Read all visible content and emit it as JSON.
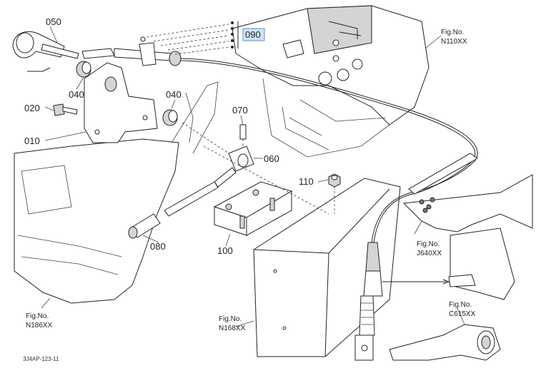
{
  "parts": [
    {
      "id": "050",
      "label": "050"
    },
    {
      "id": "040a",
      "label": "040"
    },
    {
      "id": "040b",
      "label": "040"
    },
    {
      "id": "090",
      "label": "090"
    },
    {
      "id": "020",
      "label": "020"
    },
    {
      "id": "010",
      "label": "010"
    },
    {
      "id": "070",
      "label": "070"
    },
    {
      "id": "060",
      "label": "060"
    },
    {
      "id": "110",
      "label": "110"
    },
    {
      "id": "080",
      "label": "080"
    },
    {
      "id": "100",
      "label": "100"
    }
  ],
  "figure_refs": [
    {
      "prefix": "Fig.No.",
      "code": "N110XX"
    },
    {
      "prefix": "Fig.No.",
      "code": "J640XX"
    },
    {
      "prefix": "Fig.No.",
      "code": "N186XX"
    },
    {
      "prefix": "Fig.No.",
      "code": "N168XX"
    },
    {
      "prefix": "Fig.No.",
      "code": "C615XX"
    }
  ],
  "drawing_code": "3J4AP-123-11",
  "colors": {
    "highlight": "#cfe3f7",
    "line": "#222222"
  }
}
